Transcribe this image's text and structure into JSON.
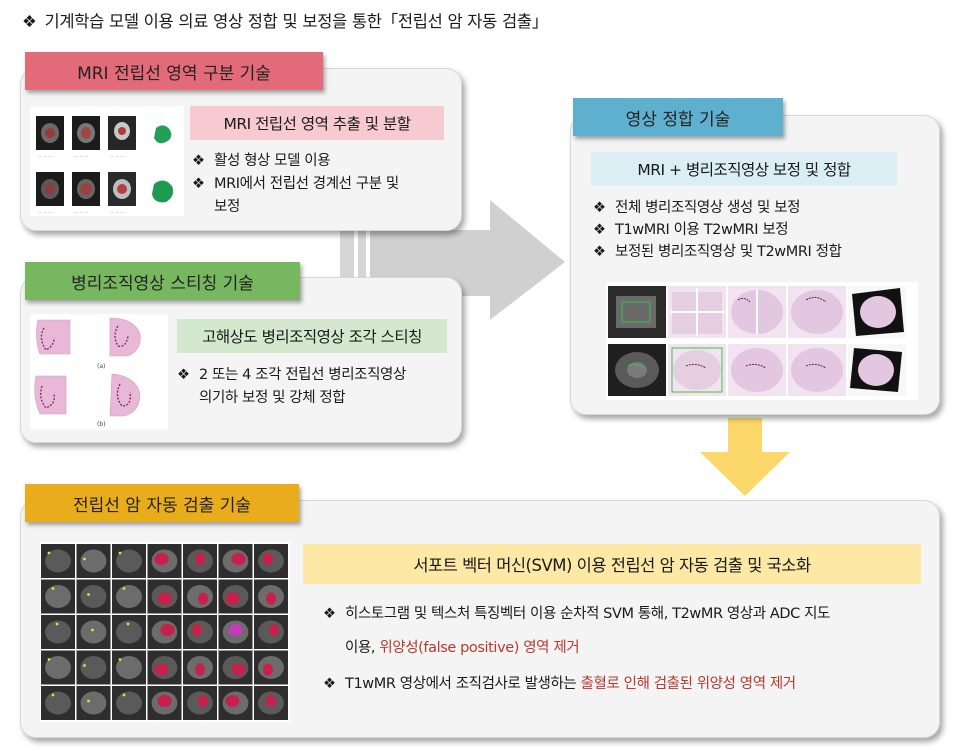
{
  "header": {
    "bullet": "❖",
    "title": "기계학습 모델 이용 의료 영상 정합 및 보정을 통한「전립선 암 자동 검출」"
  },
  "mri_panel": {
    "tag": "MRI 전립선 영역 구분 기술",
    "subtitle": "MRI 전립선 영역 추출 및 분할",
    "bullets": [
      "활성 형상 모델 이용",
      "MRI에서 전립선 경계선 구분 및",
      "보정"
    ]
  },
  "histo_panel": {
    "tag": "병리조직영상 스티칭 기술",
    "subtitle": "고해상도 병리조직영상 조각 스티칭",
    "bullets": [
      "2 또는 4 조각 전립선 병리조직영상",
      "의기하 보정 및 강체 정합"
    ],
    "fig_labels": [
      "(a)",
      "(b)"
    ]
  },
  "registration_panel": {
    "tag": "영상 정합 기술",
    "subtitle": "MRI + 병리조직영상 보정 및 정합",
    "bullets": [
      "전체 병리조직영상 생성 및 보정",
      "T1wMRI 이용 T2wMRI 보정",
      "보정된 병리조직영상 및 T2wMRI 정합"
    ]
  },
  "detection_panel": {
    "tag": "전립선 암 자동 검출 기술",
    "subtitle": "서포트 벡터 머신(SVM) 이용 전립선 암 자동 검출 및 국소화",
    "bullet1_line1": "히스토그램 및 텍스처 특징벡터 이용 순차적 SVM 통해, T2wMR 영상과 ADC 지도",
    "bullet1_line2_plain": "이용, ",
    "bullet1_line2_red": "위양성(false positive) 영역 제거",
    "bullet2_plain": "T1wMR 영상에서 조직검사로 발생하는 ",
    "bullet2_red": "출혈로 인해 검출된 위양성 영역 제거"
  },
  "bullet_marker": "❖",
  "colors": {
    "mri_tag": "#e36a79",
    "histo_tag": "#77b760",
    "registration_tag": "#5fafcf",
    "detection_tag": "#e9ad1c",
    "gray_arrow": "#d0d0d0",
    "gold_arrow": "#fcd86a",
    "highlight_red": "#b63a2d"
  }
}
